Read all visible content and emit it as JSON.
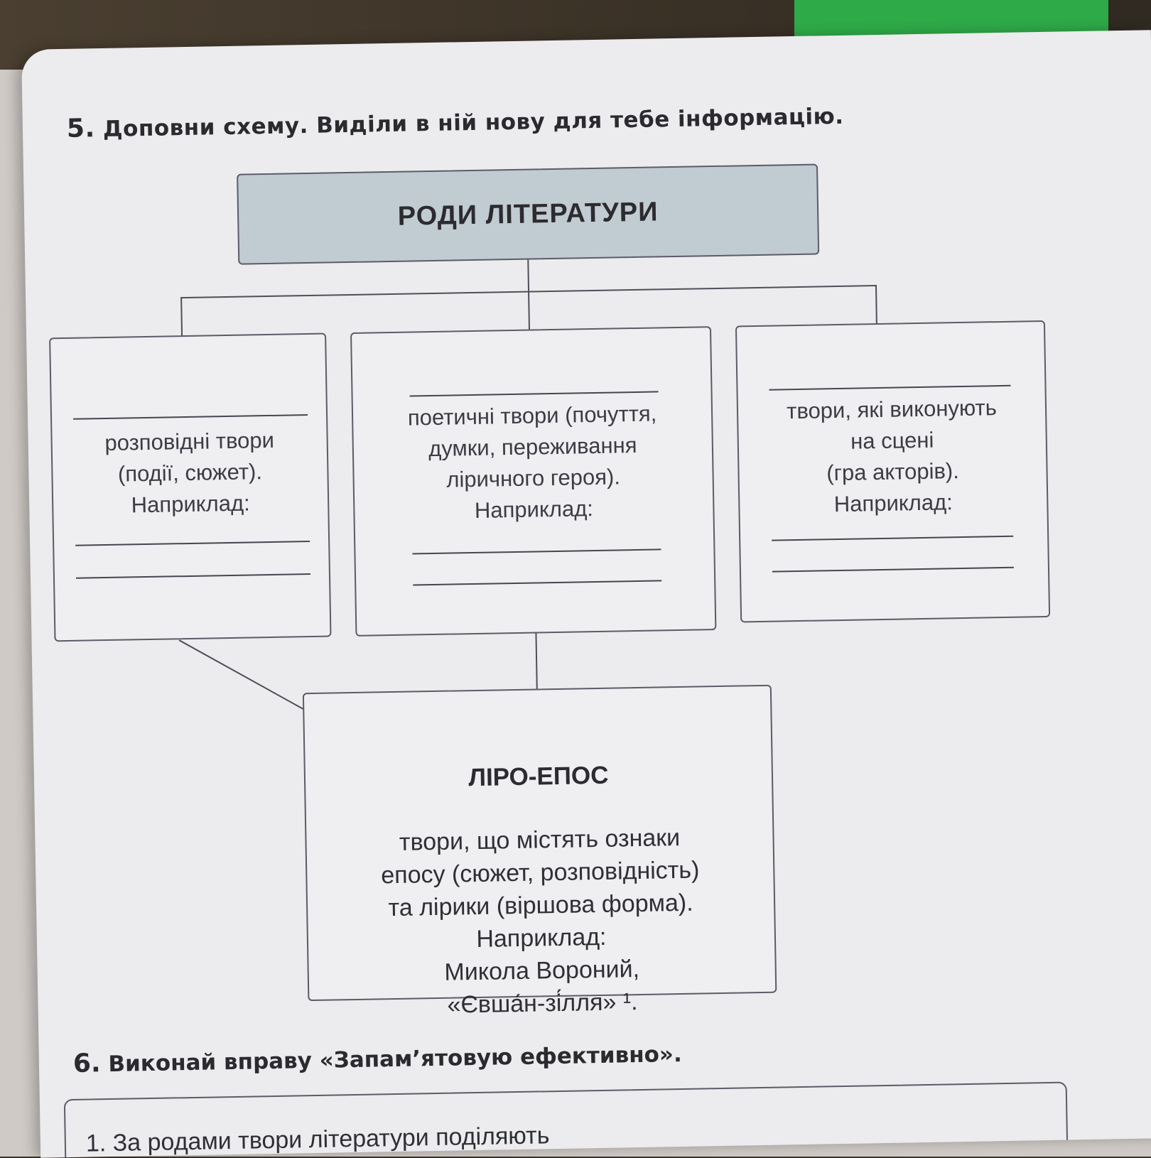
{
  "task5": {
    "number": "5.",
    "title": "Доповни схему. Виділи в ній нову для тебе інформацію."
  },
  "diagram": {
    "root": "РОДИ ЛІТЕРАТУРИ",
    "epic": {
      "description": "розповідні твори\n(події, сюжет).\nНаприклад:"
    },
    "lyric": {
      "description": "поетичні твори (почуття,\nдумки, переживання\nліричного героя).\nНаприклад:"
    },
    "drama": {
      "description": "твори, які виконують\nна сцені\n(гра акторів).\nНаприклад:"
    },
    "lyro_epic": {
      "title": "ЛІРО-ЕПОС",
      "description": "твори, що містять ознаки\nепосу (сюжет, розповідність)\nта лірики (віршова форма).\nНаприклад:\nМикола Вороний,\n«Євша́н-зі́лля» ¹."
    }
  },
  "task6": {
    "number": "6.",
    "title": "Виконай вправу «Запам’ятовую ефективно»."
  },
  "exercise": {
    "first_line": "1. За родами твори літератури поділяють"
  }
}
